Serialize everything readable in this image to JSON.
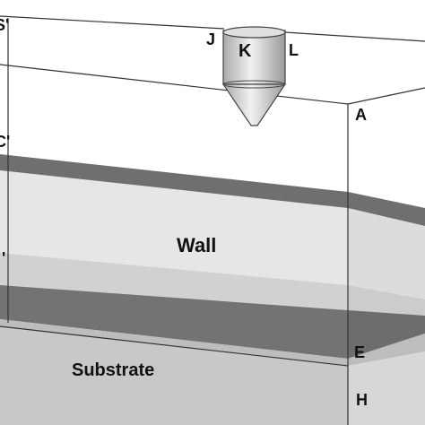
{
  "labels": {
    "wall": "Wall",
    "substrate": "Substrate",
    "point_a": "A",
    "point_e": "E",
    "point_h": "H",
    "point_j": "J",
    "point_k": "K",
    "point_l": "L",
    "left_edge_top": "S'",
    "left_edge_mid": "C'",
    "left_edge_low": "'"
  },
  "colors": {
    "wall_face": "#e7e7e7",
    "wall_side": "#dddddd",
    "wall_top_band": "#6f6f6f",
    "substrate_face": "#c9c9c9",
    "substrate_side": "#d8d8d8",
    "substrate_dark_band": "#727272",
    "substrate_light_band": "#c3c3c3",
    "nozzle": "#d5d5d5",
    "box_edge": "#333333"
  }
}
